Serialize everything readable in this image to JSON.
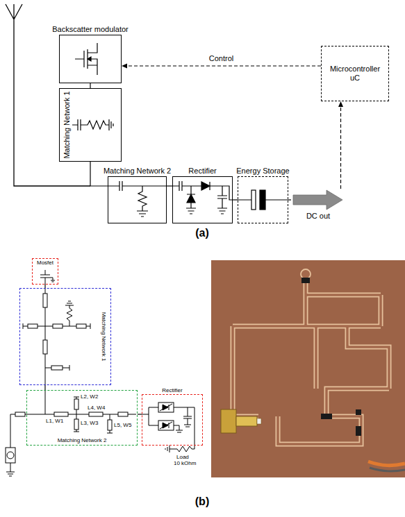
{
  "diagram": {
    "nodes": [
      {
        "text": [
          "Backscatter modulator"
        ]
      },
      {
        "text": [
          "Matching Network 1"
        ]
      },
      {
        "text": [
          "Matching Network 2"
        ]
      },
      {
        "text": [
          "Rectifier"
        ]
      },
      {
        "text": [
          "Energy Storage"
        ]
      },
      {
        "text": [
          "DC out"
        ]
      },
      {
        "text": [
          "Microcontroller uC"
        ]
      },
      {
        "text": [
          "Mosfet"
        ]
      },
      {
        "text": [
          "Matching Network 1"
        ]
      },
      {
        "text": [
          "Matching Network 2"
        ]
      },
      {
        "text": [
          "Rectifier"
        ]
      }
    ],
    "edges": [
      {
        "from": 0,
        "to": 1,
        "arrow": "none"
      },
      {
        "from": 1,
        "to": 2,
        "arrow": "none"
      },
      {
        "from": 2,
        "to": 3,
        "arrow": "none"
      },
      {
        "from": 3,
        "to": 4,
        "arrow": "none"
      },
      {
        "from": 4,
        "to": 5,
        "arrow": "none"
      },
      {
        "from": 5,
        "to": 6,
        "arrow": "to"
      },
      {
        "from": 6,
        "to": 0,
        "label": "Control",
        "arrow": "to"
      },
      {
        "from": 7,
        "to": 8,
        "arrow": "none"
      },
      {
        "from": 8,
        "to": 9,
        "arrow": "none"
      },
      {
        "from": 9,
        "to": 10,
        "arrow": "none"
      }
    ],
    "labels": [
      "(a)",
      "L2, W2",
      "L4, W4",
      "L1, W1",
      "L3, W3",
      "L5, W5",
      "Load",
      "10 kOhm",
      "(b)"
    ]
  }
}
